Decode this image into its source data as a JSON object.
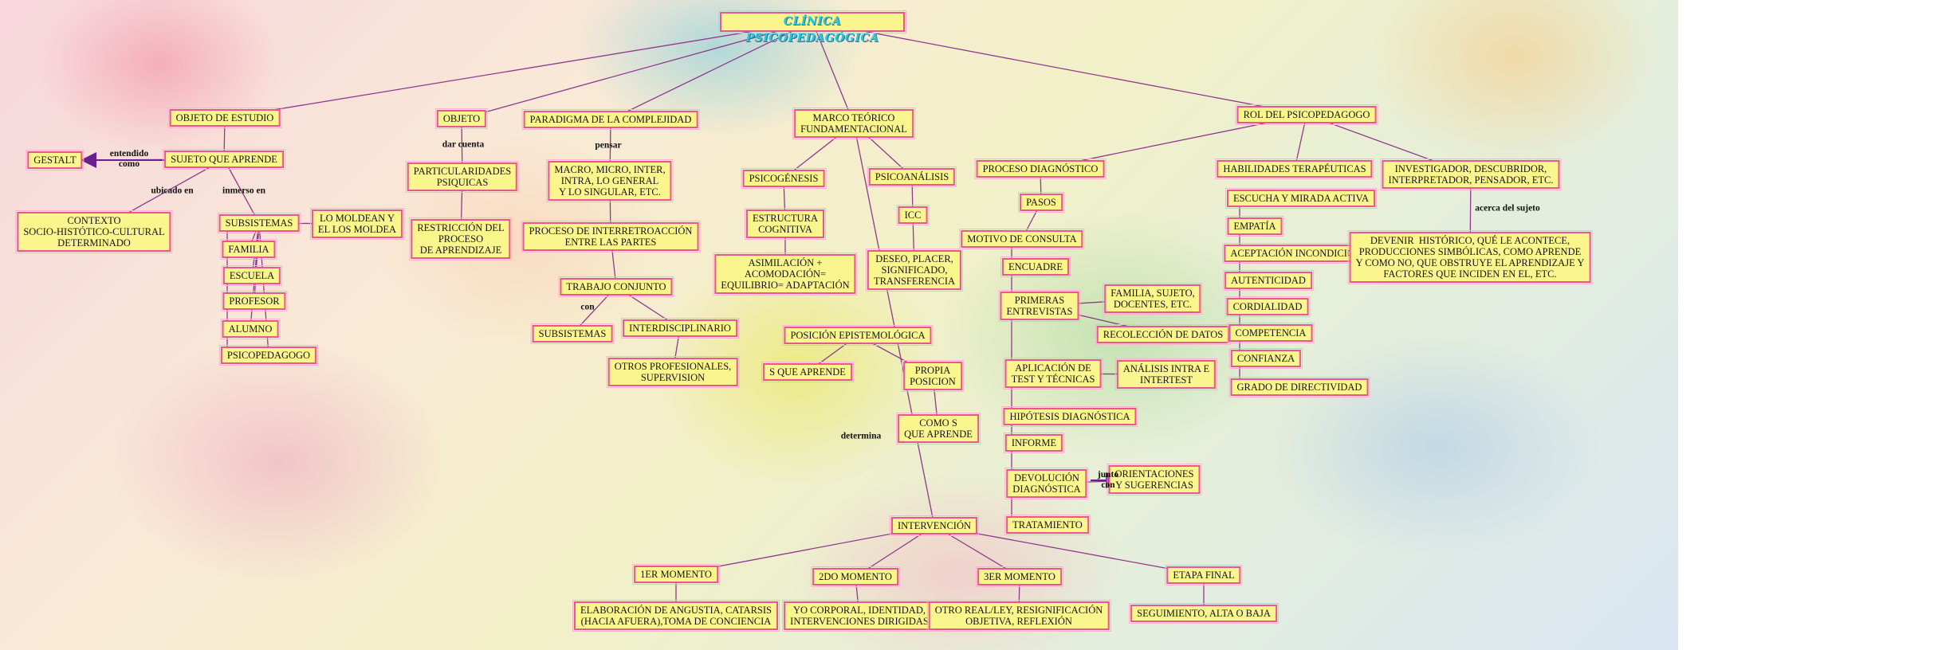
{
  "title": "CLÍNICA PSICOPEDAGÓGICA",
  "colors": {
    "box_fill": "#fbf58e",
    "box_border": "#e8578e",
    "line": "#8e3a8e",
    "arrow": "#6a1f8e",
    "title_text": "#22c7e0"
  },
  "nodes": [
    {
      "id": "title",
      "text": "CLÍNICA PSICOPEDAGÓGICA"
    },
    {
      "id": "objeto_estudio",
      "text": "OBJETO DE ESTUDIO"
    },
    {
      "id": "sujeto_aprende",
      "text": "SUJETO QUE APRENDE"
    },
    {
      "id": "gestalt",
      "text": "GESTALT"
    },
    {
      "id": "contexto",
      "text": "CONTEXTO\nSOCIO-HISTÓTICO-CULTURAL\nDETERMINADO"
    },
    {
      "id": "subsistemas1",
      "text": "SUBSISTEMAS"
    },
    {
      "id": "lo_moldean",
      "text": "LO MOLDEAN Y\nEL LOS MOLDEA"
    },
    {
      "id": "familia",
      "text": "FAMILIA"
    },
    {
      "id": "escuela",
      "text": "ESCUELA"
    },
    {
      "id": "profesor",
      "text": "PROFESOR"
    },
    {
      "id": "alumno",
      "text": "ALUMNO"
    },
    {
      "id": "psicopedagogo",
      "text": "PSICOPEDAGOGO"
    },
    {
      "id": "objeto",
      "text": "OBJETO"
    },
    {
      "id": "particularidades",
      "text": "PARTICULARIDADES\nPSIQUICAS"
    },
    {
      "id": "restriccion",
      "text": "RESTRICCIÓN DEL\nPROCESO\nDE APRENDIZAJE"
    },
    {
      "id": "paradigma",
      "text": "PARADIGMA DE LA COMPLEJIDAD"
    },
    {
      "id": "macro",
      "text": "MACRO, MICRO, INTER,\nINTRA, LO GENERAL\nY LO SINGULAR, ETC."
    },
    {
      "id": "proceso_inter",
      "text": "PROCESO DE INTERRETROACCIÓN\nENTRE LAS PARTES"
    },
    {
      "id": "trabajo_conjunto",
      "text": "TRABAJO CONJUNTO"
    },
    {
      "id": "subsistemas2",
      "text": "SUBSISTEMAS"
    },
    {
      "id": "interdisciplinario",
      "text": "INTERDISCIPLINARIO"
    },
    {
      "id": "otros_prof",
      "text": "OTROS PROFESIONALES,\nSUPERVISION"
    },
    {
      "id": "marco",
      "text": "MARCO TEÓRICO\nFUNDAMENTACIONAL"
    },
    {
      "id": "psicogenesis",
      "text": "PSICOGÉNESIS"
    },
    {
      "id": "estructura",
      "text": "ESTRUCTURA\nCOGNITIVA"
    },
    {
      "id": "asimilacion",
      "text": "ASIMILACIÓN +\nACOMODACIÓN=\nEQUILIBRIO= ADAPTACIÓN"
    },
    {
      "id": "psicoanalisis",
      "text": "PSICOANÁLISIS"
    },
    {
      "id": "icc",
      "text": "ICC"
    },
    {
      "id": "deseo",
      "text": "DESEO, PLACER,\nSIGNIFICADO,\nTRANSFERENCIA"
    },
    {
      "id": "posicion_epis",
      "text": "POSICIÓN EPISTEMOLÓGICA"
    },
    {
      "id": "s_que_aprende",
      "text": "S QUE APRENDE"
    },
    {
      "id": "propia_posicion",
      "text": "PROPIA\nPOSICION"
    },
    {
      "id": "como_s",
      "text": "COMO S\nQUE APRENDE"
    },
    {
      "id": "intervencion",
      "text": "INTERVENCIÓN"
    },
    {
      "id": "m1",
      "text": "1ER MOMENTO"
    },
    {
      "id": "m2",
      "text": "2DO MOMENTO"
    },
    {
      "id": "m3",
      "text": "3ER MOMENTO"
    },
    {
      "id": "etapa_final",
      "text": "ETAPA FINAL"
    },
    {
      "id": "elaboracion",
      "text": "ELABORACIÓN DE ANGUSTIA, CATARSIS\n(HACIA AFUERA),TOMA DE CONCIENCIA"
    },
    {
      "id": "yo_corporal",
      "text": "YO CORPORAL, IDENTIDAD,\nINTERVENCIONES DIRIGIDAS"
    },
    {
      "id": "otro_real",
      "text": "OTRO REAL/LEY, RESIGNIFICACIÓN\nOBJETIVA, REFLEXIÓN"
    },
    {
      "id": "seguimiento",
      "text": "SEGUIMIENTO, ALTA O BAJA"
    },
    {
      "id": "rol",
      "text": "ROL DEL PSICOPEDAGOGO"
    },
    {
      "id": "proceso_diag",
      "text": "PROCESO DIAGNÓSTICO"
    },
    {
      "id": "pasos",
      "text": "PASOS"
    },
    {
      "id": "motivo",
      "text": "MOTIVO DE CONSULTA"
    },
    {
      "id": "encuadre",
      "text": "ENCUADRE"
    },
    {
      "id": "primeras",
      "text": "PRIMERAS\nENTREVISTAS"
    },
    {
      "id": "familia_sujeto",
      "text": "FAMILIA, SUJETO,\nDOCENTES, ETC."
    },
    {
      "id": "recoleccion",
      "text": "RECOLECCIÓN DE DATOS"
    },
    {
      "id": "aplicacion",
      "text": "APLICACIÓN DE\nTEST Y TÉCNICAS"
    },
    {
      "id": "analisis",
      "text": "ANÁLISIS INTRA E\nINTERTEST"
    },
    {
      "id": "hipotesis",
      "text": "HIPÓTESIS DIAGNÓSTICA"
    },
    {
      "id": "informe",
      "text": "INFORME"
    },
    {
      "id": "devolucion",
      "text": "DEVOLUCIÓN\nDIAGNÓSTICA"
    },
    {
      "id": "orientaciones",
      "text": "ORIENTACIONES\nY SUGERENCIAS"
    },
    {
      "id": "tratamiento",
      "text": "TRATAMIENTO"
    },
    {
      "id": "habilidades",
      "text": "HABILIDADES TERAPÉUTICAS"
    },
    {
      "id": "escucha",
      "text": "ESCUCHA Y MIRADA ACTIVA"
    },
    {
      "id": "empatia",
      "text": "EMPATÍA"
    },
    {
      "id": "aceptacion",
      "text": "ACEPTACIÓN INCONDICIONAL"
    },
    {
      "id": "autenticidad",
      "text": "AUTENTICIDAD"
    },
    {
      "id": "cordialidad",
      "text": "CORDIALIDAD"
    },
    {
      "id": "competencia",
      "text": "COMPETENCIA"
    },
    {
      "id": "confianza",
      "text": "CONFIANZA"
    },
    {
      "id": "grado",
      "text": "GRADO DE DIRECTIVIDAD"
    },
    {
      "id": "investigador",
      "text": "INVESTIGADOR, DESCUBRIDOR,\nINTERPRETADOR, PENSADOR, ETC."
    },
    {
      "id": "devenir",
      "text": "DEVENIR  HISTÓRICO, QUÉ LE ACONTECE,\nPRODUCCIONES SIMBÓLICAS, COMO APRENDE\nY COMO NO, QUE OBSTRUYE EL APRENDIZAJE Y\nFACTORES QUE INCIDEN EN EL, ETC."
    }
  ],
  "link_labels": [
    {
      "id": "entendido_como",
      "text": "entendido\ncomo"
    },
    {
      "id": "ubicado_en",
      "text": "ubicado en"
    },
    {
      "id": "inmerso_en",
      "text": "inmerso en"
    },
    {
      "id": "dar_cuenta",
      "text": "dar cuenta"
    },
    {
      "id": "pensar",
      "text": "pensar"
    },
    {
      "id": "con",
      "text": "con"
    },
    {
      "id": "determina",
      "text": "determina"
    },
    {
      "id": "junto_con",
      "text": "junto\ncon"
    },
    {
      "id": "acerca_del_sujeto",
      "text": "acerca del sujeto"
    }
  ],
  "edges": [
    [
      "title",
      "objeto_estudio"
    ],
    [
      "title",
      "objeto"
    ],
    [
      "title",
      "paradigma"
    ],
    [
      "title",
      "marco"
    ],
    [
      "title",
      "rol"
    ],
    [
      "objeto_estudio",
      "sujeto_aprende"
    ],
    [
      "sujeto_aprende",
      "gestalt"
    ],
    [
      "sujeto_aprende",
      "contexto"
    ],
    [
      "sujeto_aprende",
      "subsistemas1"
    ],
    [
      "subsistemas1",
      "lo_moldean"
    ],
    [
      "subsistemas1",
      "familia"
    ],
    [
      "subsistemas1",
      "escuela"
    ],
    [
      "subsistemas1",
      "profesor"
    ],
    [
      "subsistemas1",
      "alumno"
    ],
    [
      "subsistemas1",
      "psicopedagogo"
    ],
    [
      "objeto",
      "particularidades"
    ],
    [
      "particularidades",
      "restriccion"
    ],
    [
      "paradigma",
      "macro"
    ],
    [
      "macro",
      "proceso_inter"
    ],
    [
      "proceso_inter",
      "trabajo_conjunto"
    ],
    [
      "trabajo_conjunto",
      "subsistemas2"
    ],
    [
      "trabajo_conjunto",
      "interdisciplinario"
    ],
    [
      "interdisciplinario",
      "otros_prof"
    ],
    [
      "marco",
      "psicogenesis"
    ],
    [
      "marco",
      "psicoanalisis"
    ],
    [
      "marco",
      "intervencion"
    ],
    [
      "psicogenesis",
      "estructura"
    ],
    [
      "estructura",
      "asimilacion"
    ],
    [
      "psicoanalisis",
      "icc"
    ],
    [
      "icc",
      "deseo"
    ],
    [
      "posicion_epis",
      "s_que_aprende"
    ],
    [
      "posicion_epis",
      "propia_posicion"
    ],
    [
      "propia_posicion",
      "como_s"
    ],
    [
      "intervencion",
      "m1"
    ],
    [
      "intervencion",
      "m2"
    ],
    [
      "intervencion",
      "m3"
    ],
    [
      "intervencion",
      "etapa_final"
    ],
    [
      "m1",
      "elaboracion"
    ],
    [
      "m2",
      "yo_corporal"
    ],
    [
      "m3",
      "otro_real"
    ],
    [
      "etapa_final",
      "seguimiento"
    ],
    [
      "rol",
      "proceso_diag"
    ],
    [
      "rol",
      "habilidades"
    ],
    [
      "rol",
      "investigador"
    ],
    [
      "proceso_diag",
      "pasos"
    ],
    [
      "pasos",
      "motivo"
    ],
    [
      "primeras",
      "familia_sujeto"
    ],
    [
      "primeras",
      "recoleccion"
    ],
    [
      "aplicacion",
      "analisis"
    ],
    [
      "devolucion",
      "orientaciones"
    ],
    [
      "investigador",
      "devenir"
    ]
  ]
}
